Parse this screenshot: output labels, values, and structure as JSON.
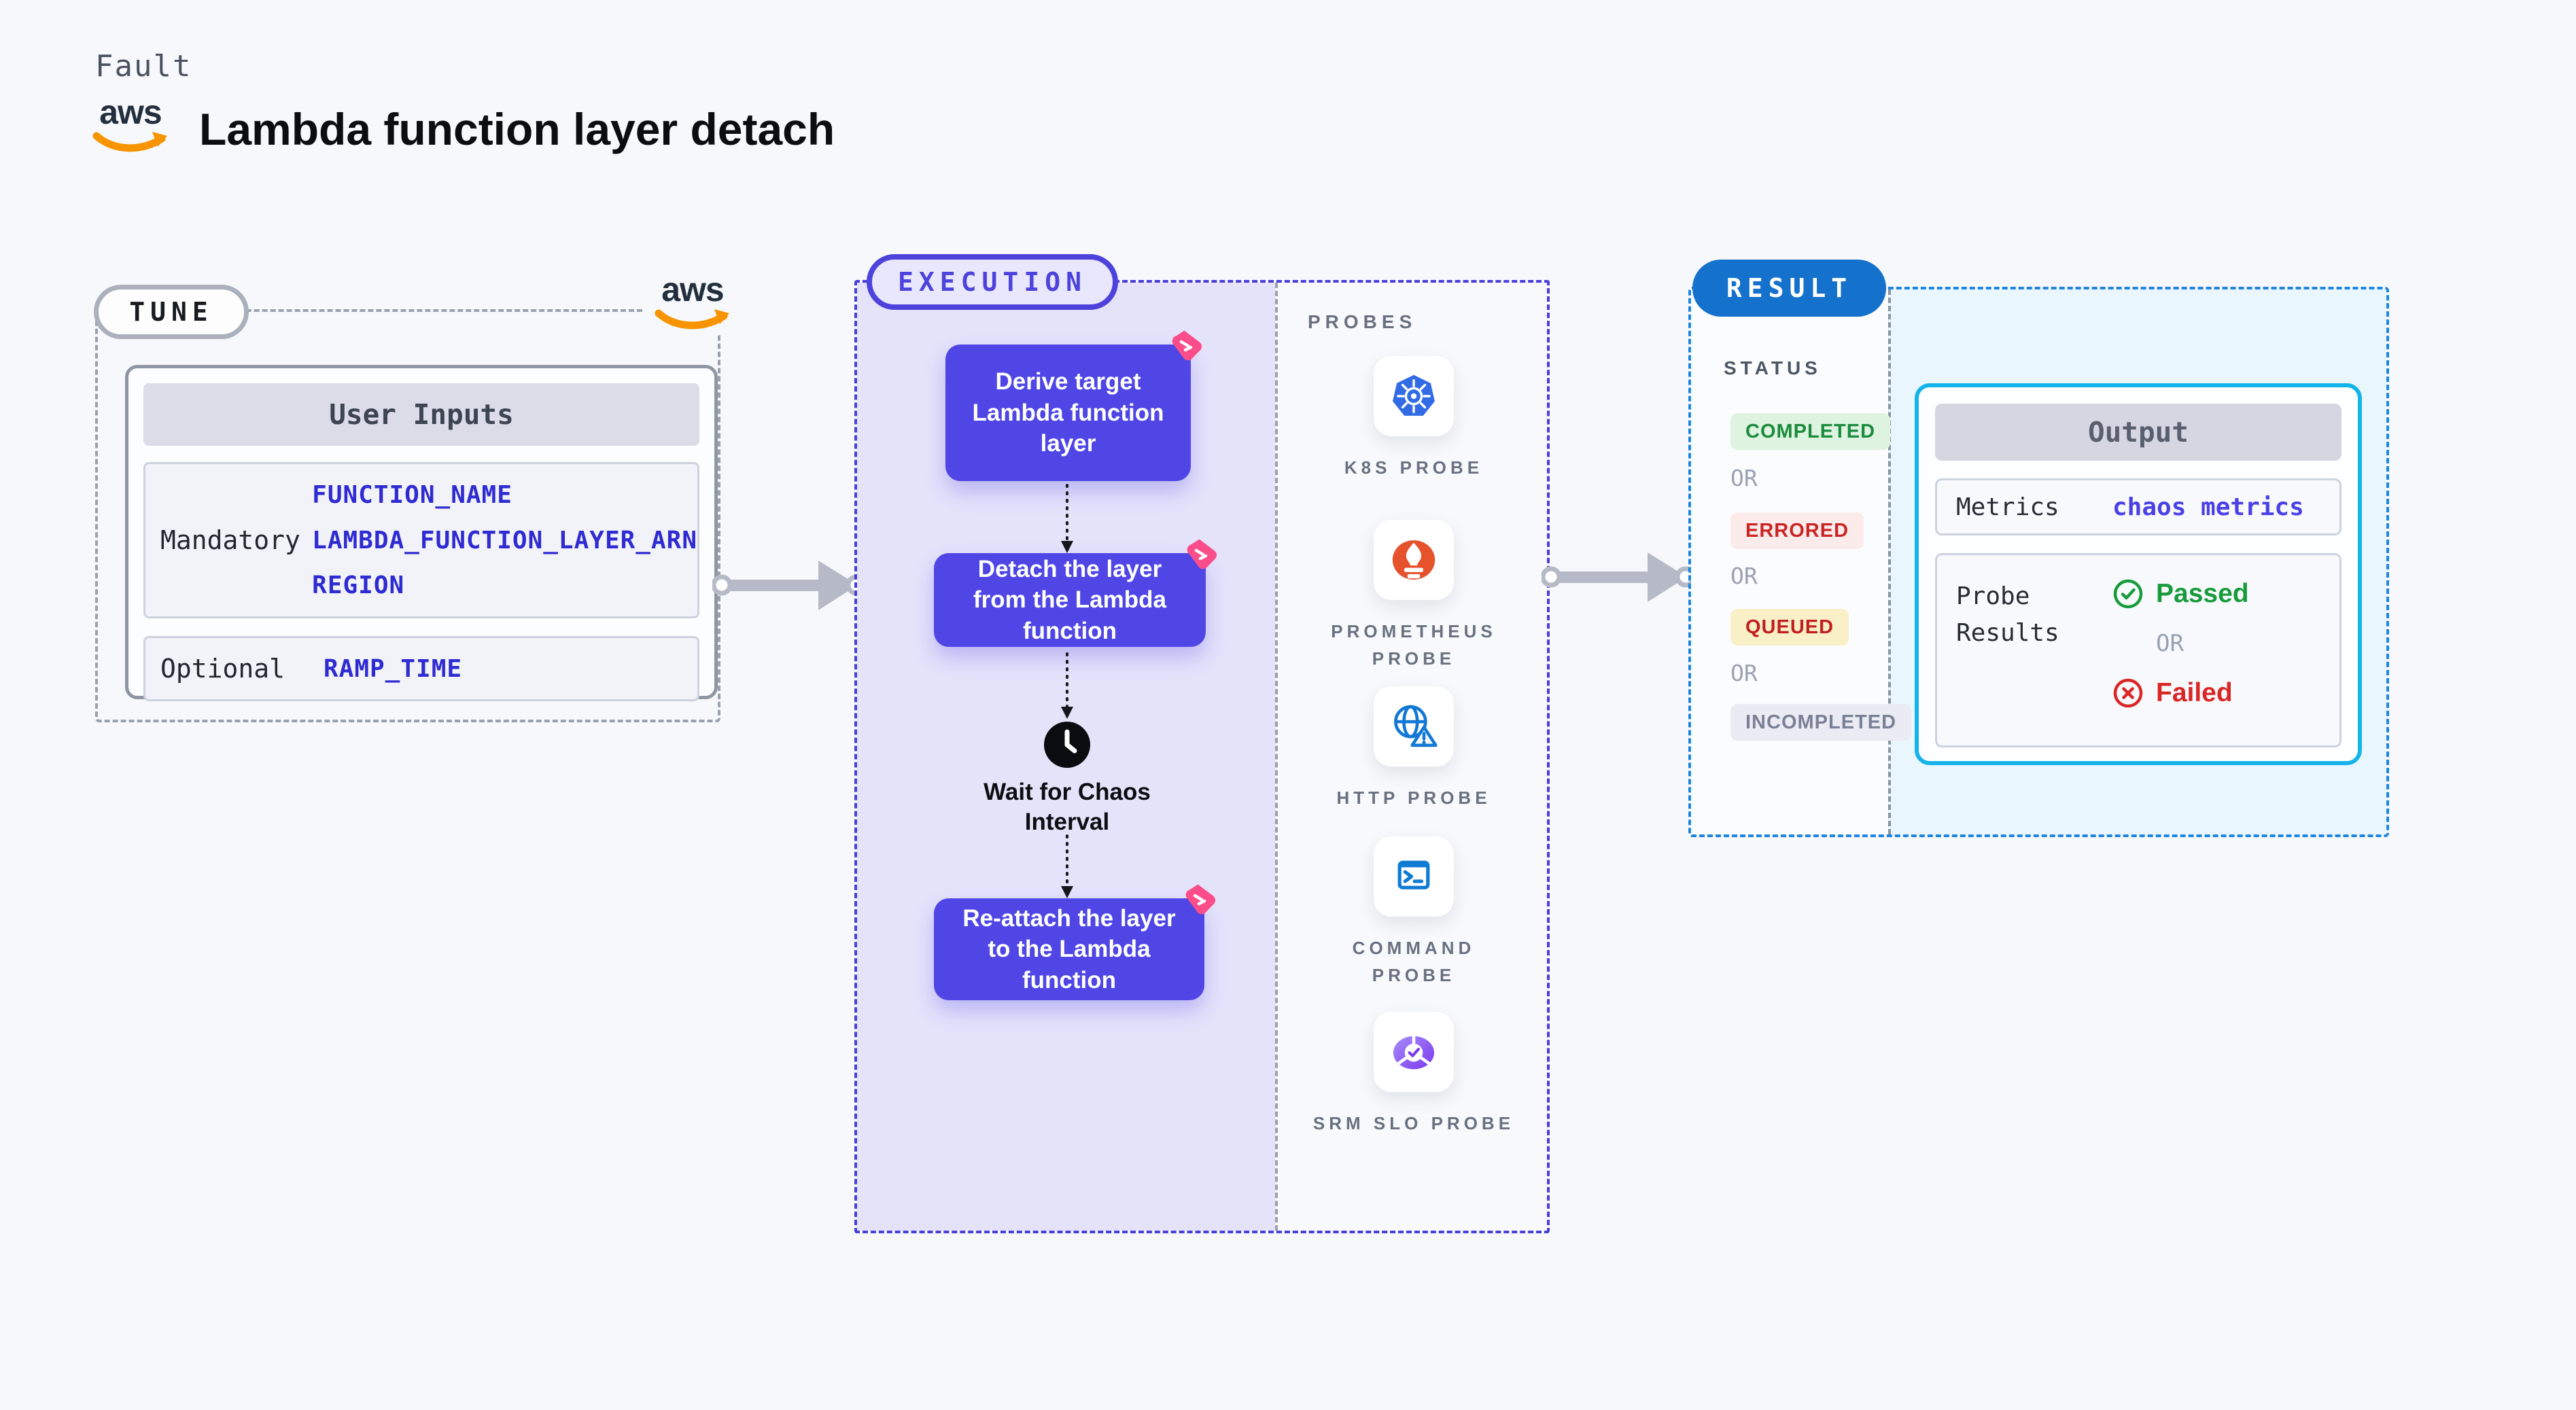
{
  "header": {
    "kicker": "Fault",
    "title": "Lambda function layer detach",
    "aws_logo_text": "aws"
  },
  "tune": {
    "badge": "TUNE",
    "table": {
      "header": "User Inputs",
      "rows": [
        {
          "label": "Mandatory",
          "fields": [
            "FUNCTION_NAME",
            "LAMBDA_FUNCTION_LAYER_ARN",
            "REGION"
          ]
        },
        {
          "label": "Optional",
          "fields": [
            "RAMP_TIME"
          ]
        }
      ]
    }
  },
  "execution": {
    "badge": "EXECUTION",
    "steps": [
      "Derive target Lambda function layer",
      "Detach the layer from the Lambda function",
      "Wait for Chaos Interval",
      "Re-attach the layer to the Lambda function"
    ]
  },
  "probes": {
    "label": "PROBES",
    "items": [
      "K8S PROBE",
      "PROMETHEUS PROBE",
      "HTTP PROBE",
      "COMMAND PROBE",
      "SRM SLO PROBE"
    ]
  },
  "result": {
    "badge": "RESULT",
    "status": {
      "label": "STATUS",
      "or": "OR",
      "values": [
        "COMPLETED",
        "ERRORED",
        "QUEUED",
        "INCOMPLETED"
      ]
    },
    "output": {
      "header": "Output",
      "metrics_label": "Metrics",
      "metrics_value": "chaos metrics",
      "probe_results_label": "Probe Results",
      "passed": "Passed",
      "or": "OR",
      "failed": "Failed"
    }
  },
  "icons": {
    "aws-logo": "aws smile arrow",
    "chaos-icon": "pink litmus chaos glyph",
    "clock-icon": "black clock",
    "k8s-probe-icon": "kubernetes wheel",
    "prometheus-probe-icon": "prometheus torch",
    "http-probe-icon": "globe with warning triangle",
    "command-probe-icon": "terminal prompt",
    "srm-slo-probe-icon": "purple pie with check",
    "passed-icon": "green circled check",
    "failed-icon": "red circled x",
    "flow-arrow": "gray arrow with node circles"
  },
  "colors": {
    "page_bg": "#f7f8fb",
    "indigo": "#4f46e5",
    "lavender_bg": "#e4e3fa",
    "result_blue": "#1471cc",
    "result_dash": "#1d86e0",
    "output_border": "#14b4ea",
    "field_blue": "#2f2bd2",
    "passed_green": "#189b3c",
    "failed_red": "#d92626",
    "aws_orange": "#f79400",
    "chaos_pink": "#fb4d8a"
  }
}
